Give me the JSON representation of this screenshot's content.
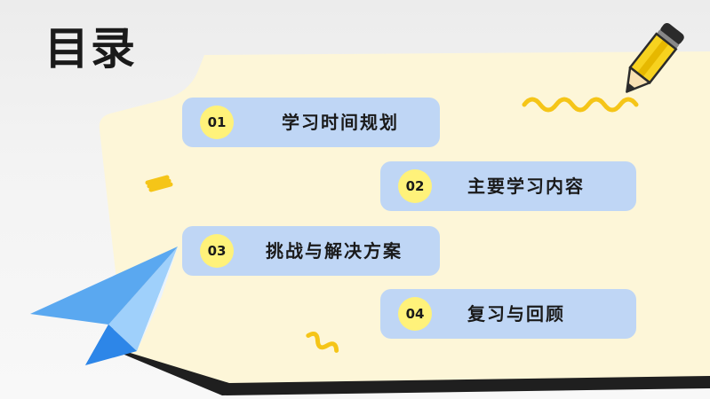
{
  "title": "目录",
  "toc": {
    "items": [
      {
        "number": "01",
        "label": "学习时间规划"
      },
      {
        "number": "02",
        "label": "主要学习内容"
      },
      {
        "number": "03",
        "label": "挑战与解决方案"
      },
      {
        "number": "04",
        "label": "复习与回顾"
      }
    ]
  },
  "decorations": {
    "pencil": "pencil-icon",
    "paper_plane": "paper-plane-icon",
    "squiggles": "yellow-squiggle"
  },
  "colors": {
    "card_background": "#fdf6d8",
    "card_shadow": "#1f1f1f",
    "item_background": "#bfd6f5",
    "number_badge": "#fff27a",
    "accent_yellow": "#f5c518",
    "plane_blue": "#2d86e8"
  }
}
